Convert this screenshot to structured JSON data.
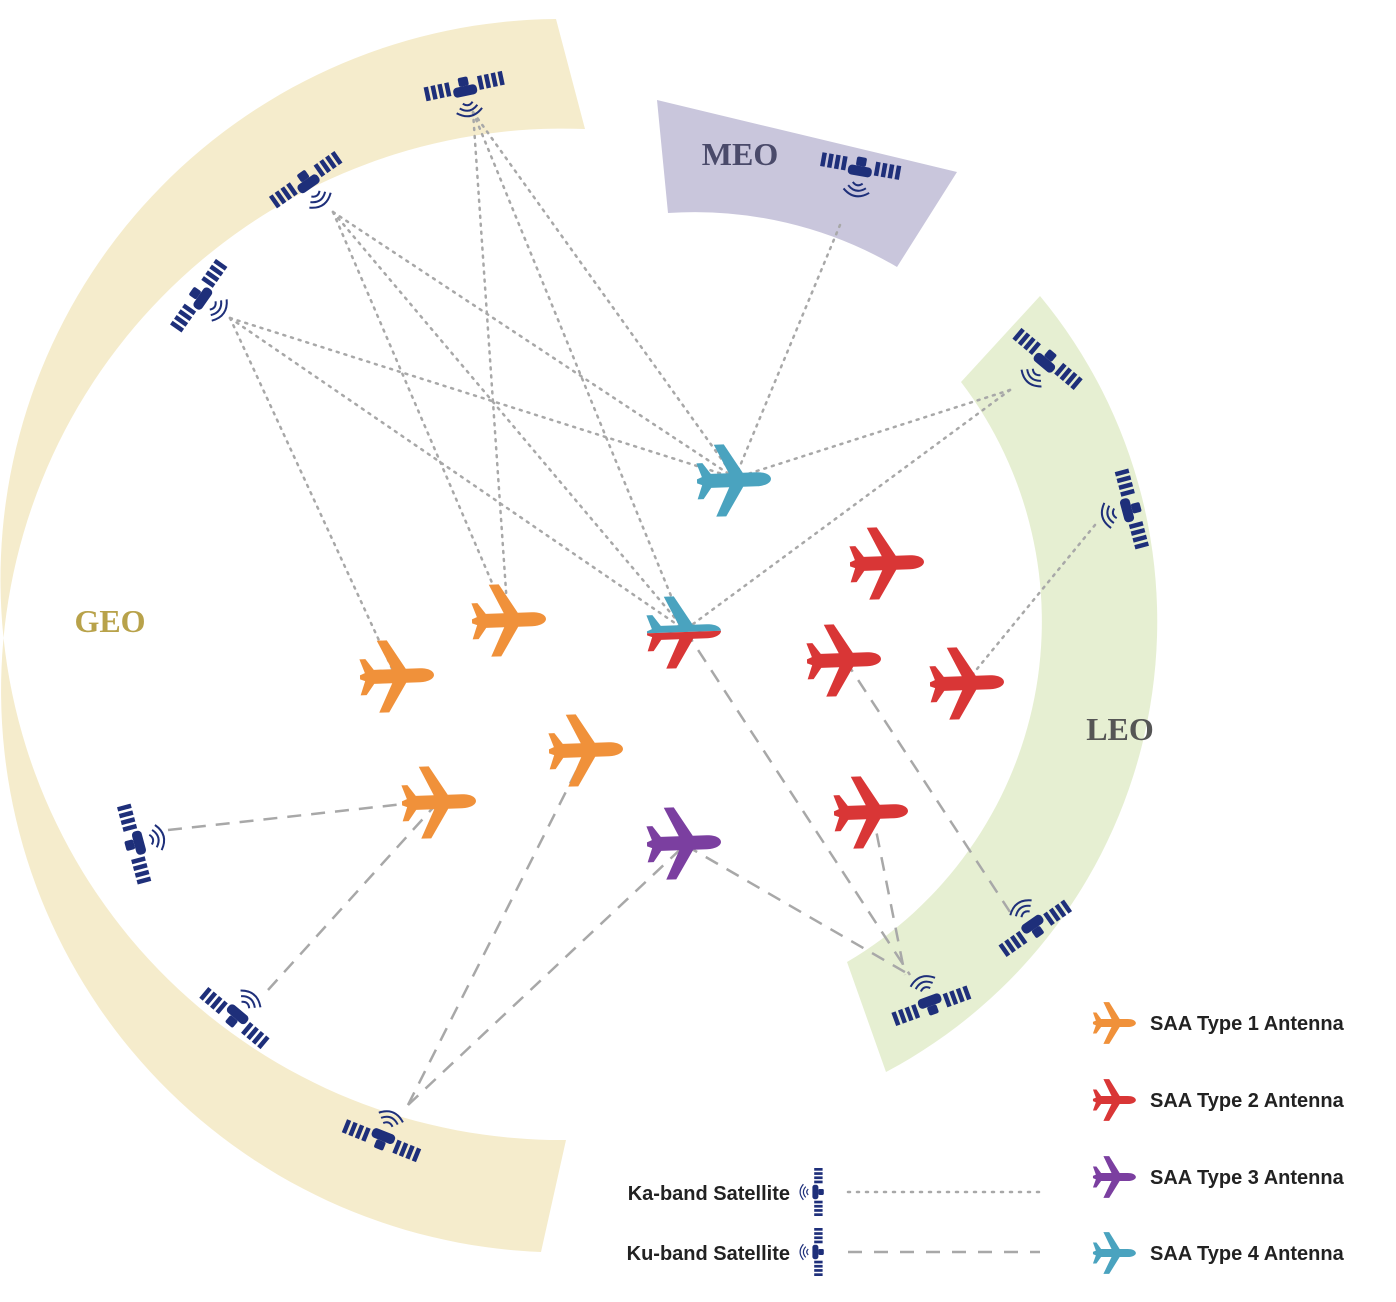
{
  "orbits": {
    "geo": {
      "label": "GEO",
      "fill": "#f5eccc",
      "text_color": "#b8a24a"
    },
    "meo": {
      "label": "MEO",
      "fill": "#c9c6dc",
      "text_color": "#4a4a6a"
    },
    "leo": {
      "label": "LEO",
      "fill": "#e6efd2",
      "text_color": "#555555"
    }
  },
  "legend": {
    "antennas": [
      {
        "label": "SAA Type 1 Antenna",
        "color": "#f0913a"
      },
      {
        "label": "SAA Type 2 Antenna",
        "color": "#d93636"
      },
      {
        "label": "SAA Type 3 Antenna",
        "color": "#7b3fa0"
      },
      {
        "label": "SAA Type 4 Antenna",
        "color": "#4aa3bf"
      }
    ],
    "ka_band": {
      "label": "Ka-band Satellite",
      "line": "dotted"
    },
    "ku_band": {
      "label": "Ku-band Satellite",
      "line": "dashed"
    }
  },
  "colors": {
    "satellite": "#1e2f7a",
    "link": "#a8a8a8"
  }
}
